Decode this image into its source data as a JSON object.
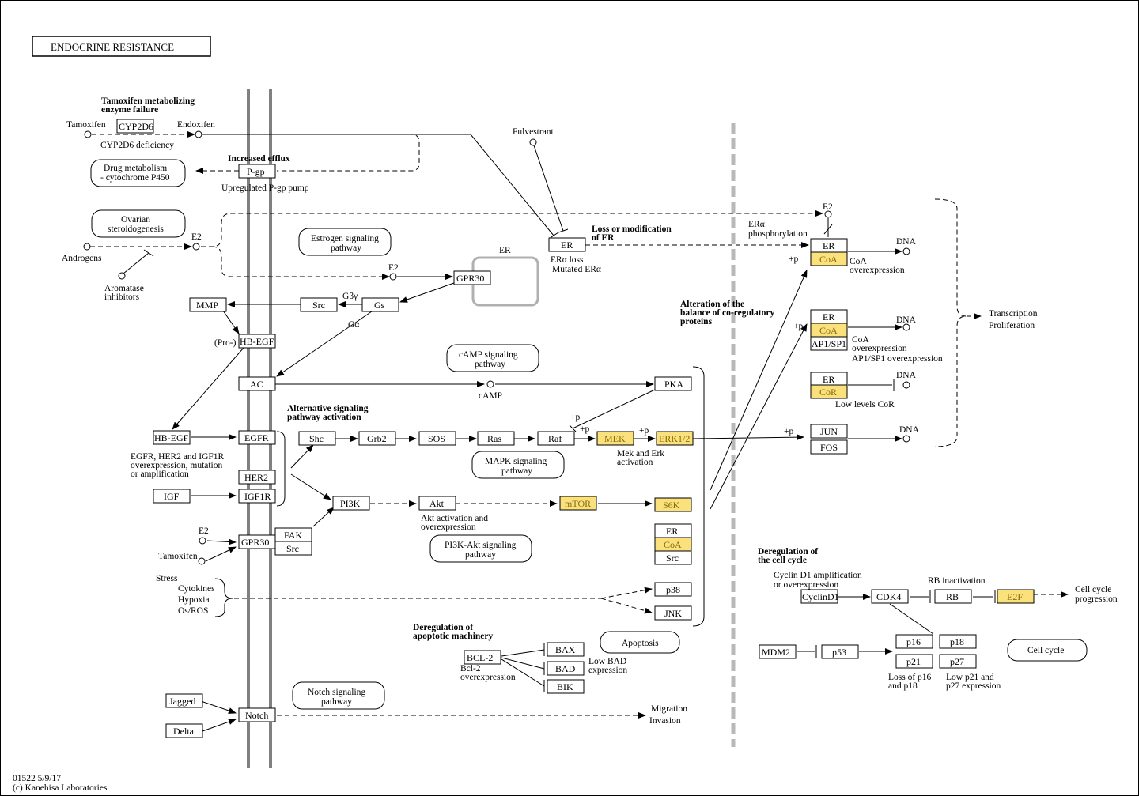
{
  "title": "ENDOCRINE RESISTANCE",
  "footer": {
    "id_date": "01522 5/9/17",
    "copyright": "(c) Kanehisa Laboratories"
  },
  "genes": {
    "cyp2d6": "CYP2D6",
    "pgp": "P-gp",
    "er_top": "ER",
    "gpr30_top": "GPR30",
    "src_left": "Src",
    "gs": "Gs",
    "mmp": "MMP",
    "hbegf": "HB-EGF",
    "hbegf2": "HB-EGF",
    "ac": "AC",
    "pka": "PKA",
    "egfr": "EGFR",
    "her2": "HER2",
    "igf1r": "IGF1R",
    "igf": "IGF",
    "gpr30_bottom": "GPR30",
    "fak": "FAK",
    "src_fak": "Src",
    "shc": "Shc",
    "grb2": "Grb2",
    "sos": "SOS",
    "ras": "Ras",
    "raf": "Raf",
    "mek": "MEK",
    "erk": "ERK1/2",
    "pi3k": "PI3K",
    "akt": "Akt",
    "mtor": "mTOR",
    "s6k": "S6K",
    "er_mid": "ER",
    "coa_mid": "CoA",
    "src_mid": "Src",
    "p38": "p38",
    "jnk": "JNK",
    "bcl2": "BCL-2",
    "bax": "BAX",
    "bad": "BAD",
    "bik": "BIK",
    "jagged": "Jagged",
    "delta": "Delta",
    "notch": "Notch",
    "er1": "ER",
    "coa1": "CoA",
    "er2": "ER",
    "coa2": "CoA",
    "ap1": "AP1/SP1",
    "er3": "ER",
    "cor": "CoR",
    "jun": "JUN",
    "fos": "FOS",
    "cyclind1": "CyclinD1",
    "cdk4": "CDK4",
    "rb": "RB",
    "e2f": "E2F",
    "mdm2": "MDM2",
    "p53": "p53",
    "p16": "p16",
    "p18": "p18",
    "p21": "p21",
    "p27": "p27"
  },
  "compounds": {
    "tamoxifen": "Tamoxifen",
    "endoxifen": "Endoxifen",
    "fulvestrant": "Fulvestrant",
    "androgens": "Androgens",
    "e2_a": "E2",
    "e2_b": "E2",
    "e2_c": "E2",
    "e2_d": "E2",
    "aromatase": [
      "Aromatase",
      "inhibitors"
    ],
    "camp": "cAMP",
    "tamoxifen2": "Tamoxifen",
    "dna1": "DNA",
    "dna2": "DNA",
    "dna3": "DNA",
    "dna4": "DNA"
  },
  "maps": {
    "drug_metab": [
      "Drug metabolism",
      "- cytochrome P450"
    ],
    "ovarian": [
      "Ovarian",
      "steroidogenesis"
    ],
    "estrogen": [
      "Estrogen signaling",
      "pathway"
    ],
    "camp_map": [
      "cAMP signaling",
      "pathway"
    ],
    "mapk": [
      "MAPK signaling",
      "pathway"
    ],
    "pi3k_akt": [
      "PI3K-Akt signaling",
      "pathway"
    ],
    "apoptosis": "Apoptosis",
    "notch": [
      "Notch signaling",
      "pathway"
    ],
    "cell_cycle": "Cell cycle"
  },
  "labels": {
    "tamox_fail": [
      "Tamoxifen metabolizing",
      "enzyme failure"
    ],
    "cyp_def": "CYP2D6 deficiency",
    "incr_efflux": "Increased efflux",
    "upreg_pgp": "Upregulated P-gp pump",
    "er_complex": "ER",
    "g_beta_gamma": "Gβγ",
    "g_alpha": "Gα",
    "pro": "(Pro-)",
    "loss_er": [
      "Loss or modification",
      "of ER"
    ],
    "er_loss": [
      "ERα loss",
      "Mutated ERα"
    ],
    "er_phos": [
      "ERα",
      "phosphorylation"
    ],
    "alt_balance": [
      "Alteration of the",
      "balance of co-regulatory",
      "proteins"
    ],
    "coa_over": [
      "CoA",
      "overexpression"
    ],
    "coa_ap1": [
      "CoA",
      "overexpression",
      "AP1/SP1 overexpression"
    ],
    "low_cor": "Low levels CoR",
    "alt_sig": [
      "Alternative signaling",
      "pathway activation"
    ],
    "egfr_over": [
      "EGFR, HER2 and IGF1R",
      "overexpression, mutation",
      "or amplification"
    ],
    "mek_erk": [
      "Mek and Erk",
      "activation"
    ],
    "akt_act": [
      "Akt activation and",
      "overexpression"
    ],
    "stress": "Stress",
    "stress_list": [
      "Cytokines",
      "Hypoxia",
      "Os/ROS"
    ],
    "dereg_apop": [
      "Deregulation of",
      "apoptotic machinery"
    ],
    "bcl2_over": [
      "Bcl-2",
      "overexpression"
    ],
    "low_bad": [
      "Low BAD",
      "expression"
    ],
    "migration": [
      "Migration",
      "Invasion"
    ],
    "transcription": [
      "Transcription",
      "Proliferation"
    ],
    "dereg_cc": [
      "Deregulation of",
      "the cell cycle"
    ],
    "cyclin_amp": [
      "Cyclin D1 amplification",
      "or overexpression"
    ],
    "rb_inact": "RB inactivation",
    "cc_prog": [
      "Cell cycle",
      "progression"
    ],
    "loss_p16": [
      "Loss of p16",
      "and p18"
    ],
    "low_p21": [
      "Low p21 and",
      "p27 expression"
    ],
    "plus_p": "+p"
  },
  "colors": {
    "highlight": "#fbe17b",
    "membrane": "#808080",
    "nucleus": "#b8b8b8"
  }
}
